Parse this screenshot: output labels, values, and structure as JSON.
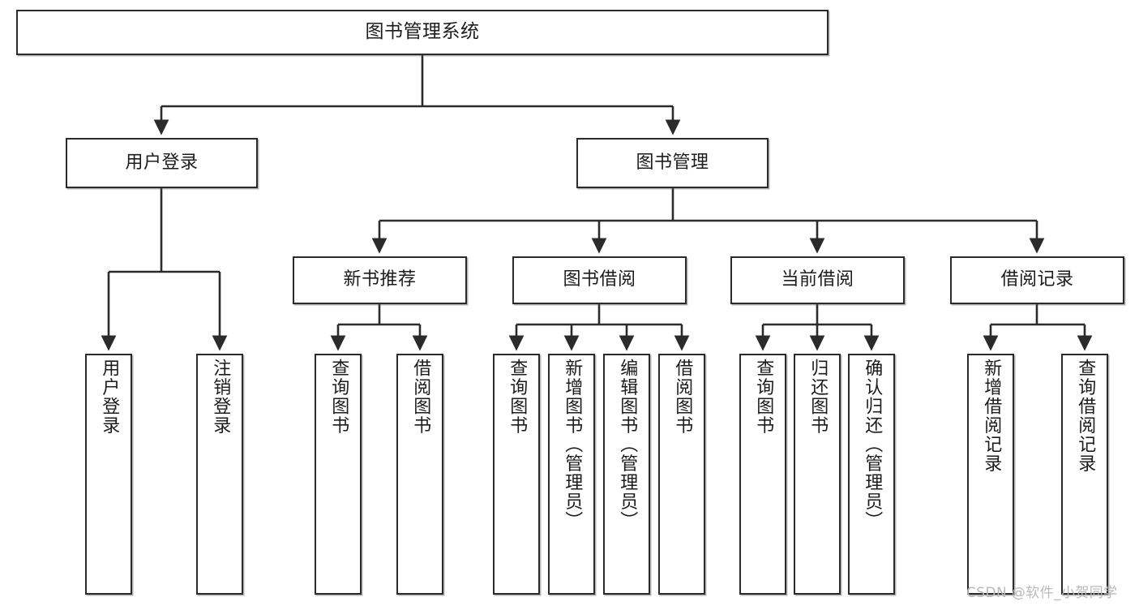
{
  "diagram": {
    "type": "tree-hierarchy-flowchart",
    "title": "图书管理系统",
    "orientation": "top-down",
    "line_color": "#2b2b2b",
    "node_fill": "#ffffff",
    "text_color": "#1c1c1c",
    "watermark": "CSDN @软件_小贺同学",
    "nodes": {
      "root": {
        "label": "图书管理系统",
        "level": 1
      },
      "user_login": {
        "label": "用户登录",
        "level": 2
      },
      "book_manage": {
        "label": "图书管理",
        "level": 2
      },
      "new_book_rec": {
        "label": "新书推荐",
        "level": 3
      },
      "book_borrow": {
        "label": "图书借阅",
        "level": 3
      },
      "current_borrow": {
        "label": "当前借阅",
        "level": 3
      },
      "borrow_record": {
        "label": "借阅记录",
        "level": 3
      },
      "leaf_user_login": {
        "label": "用户登录",
        "level": 3,
        "vertical": true
      },
      "leaf_logout": {
        "label": "注销登录",
        "level": 3,
        "vertical": true
      },
      "leaf_query_book_1": {
        "label": "查询图书",
        "level": 4,
        "vertical": true
      },
      "leaf_borrow_book_1": {
        "label": "借阅图书",
        "level": 4,
        "vertical": true
      },
      "leaf_query_book_2": {
        "label": "查询图书",
        "level": 4,
        "vertical": true
      },
      "leaf_add_book": {
        "label": "新增图书（管理员）",
        "level": 4,
        "vertical": true
      },
      "leaf_edit_book": {
        "label": "编辑图书（管理员）",
        "level": 4,
        "vertical": true
      },
      "leaf_borrow_book_2": {
        "label": "借阅图书",
        "level": 4,
        "vertical": true
      },
      "leaf_query_book_3": {
        "label": "查询图书",
        "level": 4,
        "vertical": true
      },
      "leaf_return_book": {
        "label": "归还图书",
        "level": 4,
        "vertical": true
      },
      "leaf_confirm_return": {
        "label": "确认归还（管理员）",
        "level": 4,
        "vertical": true
      },
      "leaf_add_record": {
        "label": "新增借阅记录",
        "level": 4,
        "vertical": true
      },
      "leaf_query_record": {
        "label": "查询借阅记录",
        "level": 4,
        "vertical": true
      }
    },
    "edges": [
      {
        "from": "root",
        "to": "user_login"
      },
      {
        "from": "root",
        "to": "book_manage"
      },
      {
        "from": "user_login",
        "to": "leaf_user_login"
      },
      {
        "from": "user_login",
        "to": "leaf_logout"
      },
      {
        "from": "book_manage",
        "to": "new_book_rec"
      },
      {
        "from": "book_manage",
        "to": "book_borrow"
      },
      {
        "from": "book_manage",
        "to": "current_borrow"
      },
      {
        "from": "book_manage",
        "to": "borrow_record"
      },
      {
        "from": "new_book_rec",
        "to": "leaf_query_book_1"
      },
      {
        "from": "new_book_rec",
        "to": "leaf_borrow_book_1"
      },
      {
        "from": "book_borrow",
        "to": "leaf_query_book_2"
      },
      {
        "from": "book_borrow",
        "to": "leaf_add_book"
      },
      {
        "from": "book_borrow",
        "to": "leaf_edit_book"
      },
      {
        "from": "book_borrow",
        "to": "leaf_borrow_book_2"
      },
      {
        "from": "current_borrow",
        "to": "leaf_query_book_3"
      },
      {
        "from": "current_borrow",
        "to": "leaf_return_book"
      },
      {
        "from": "current_borrow",
        "to": "leaf_confirm_return"
      },
      {
        "from": "borrow_record",
        "to": "leaf_add_record"
      },
      {
        "from": "borrow_record",
        "to": "leaf_query_record"
      }
    ]
  }
}
